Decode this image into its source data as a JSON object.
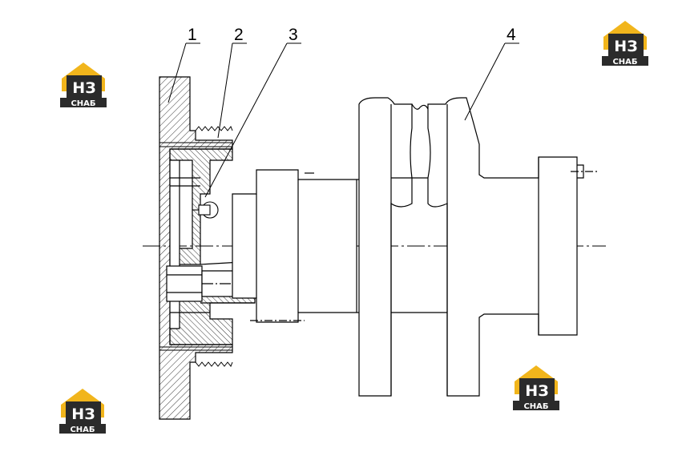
{
  "drawing": {
    "callouts": [
      "1",
      "2",
      "3",
      "4"
    ]
  },
  "watermark": {
    "mark": "НЗ",
    "word": "СНАБ",
    "colors": {
      "roof": "#f1b51c",
      "body": "#2b2b2b",
      "text": "#ffffff"
    }
  }
}
